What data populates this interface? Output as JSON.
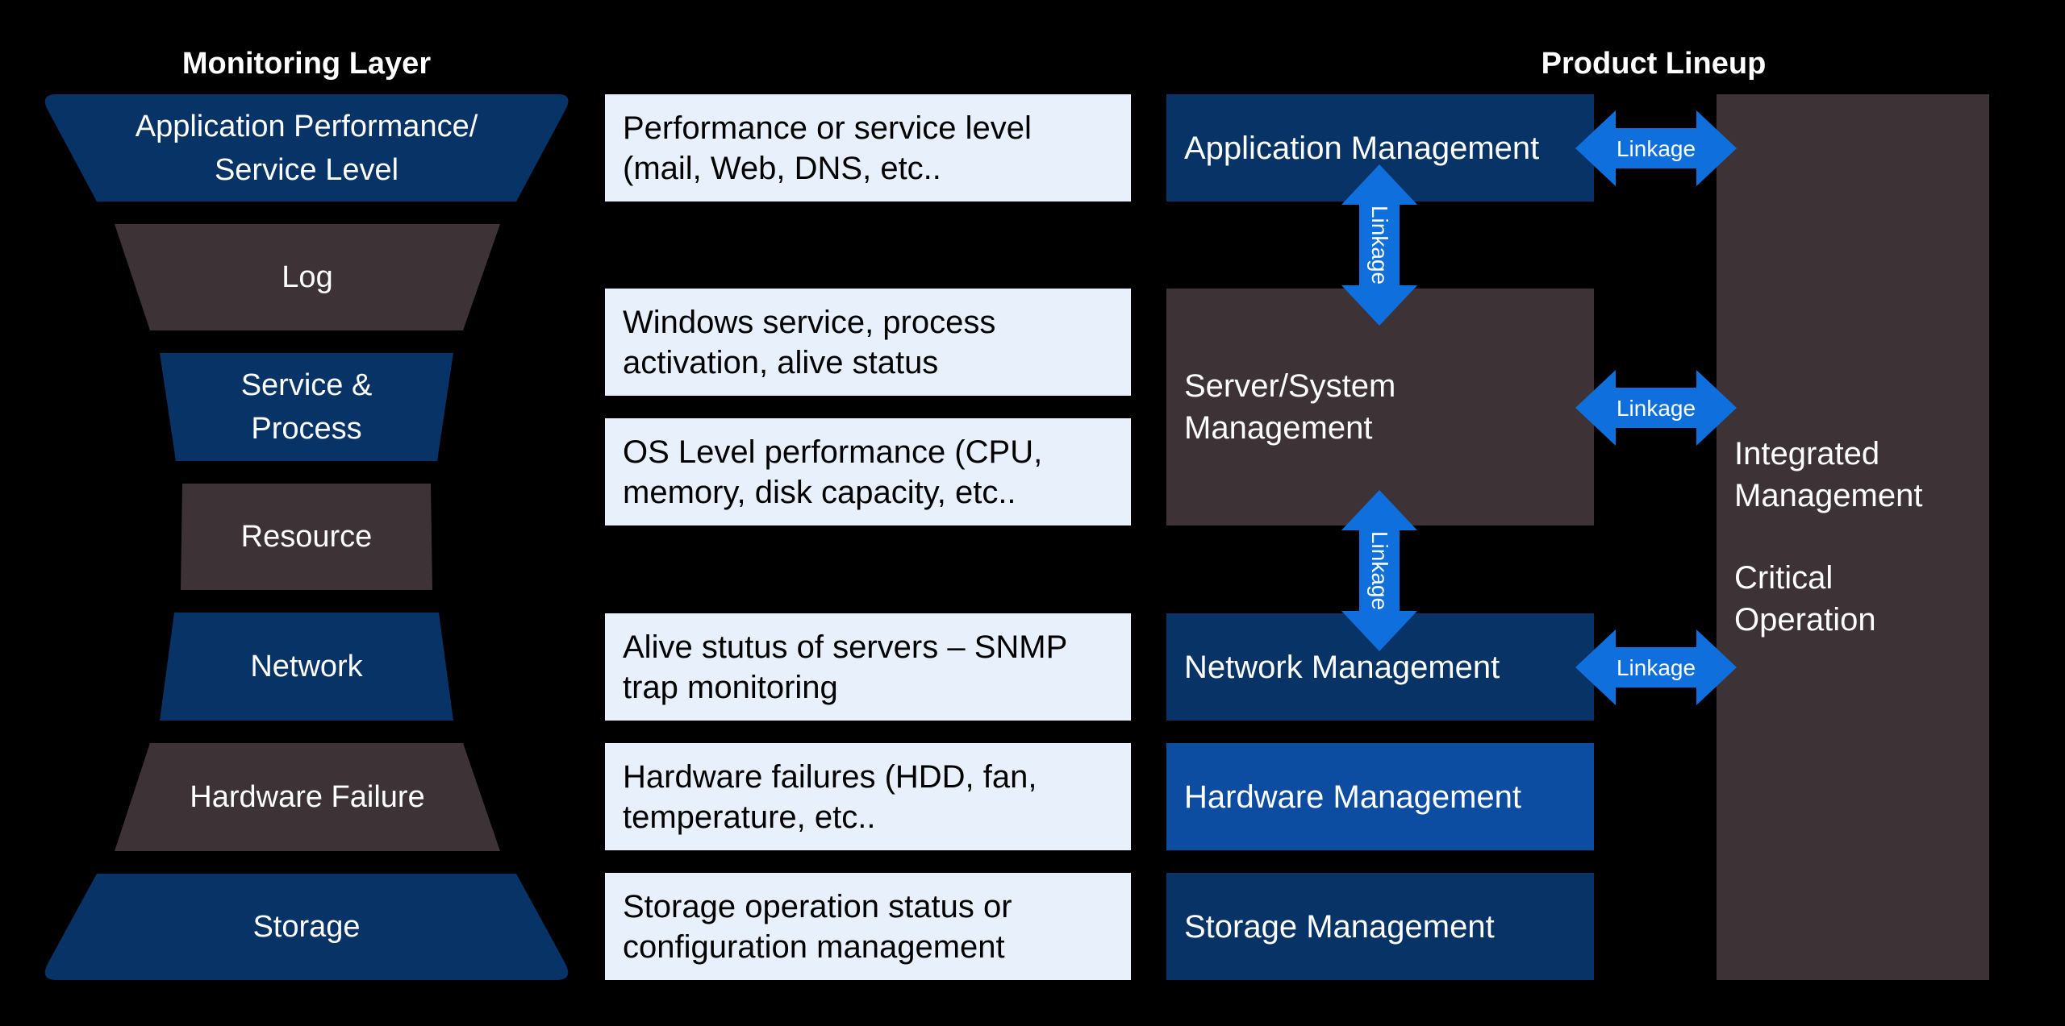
{
  "headings": {
    "monitoring_layer": "Monitoring Layer",
    "product_lineup": "Product Lineup"
  },
  "layers": [
    {
      "line1": "Application Performance/",
      "line2": "Service Level"
    },
    {
      "line1": "Log",
      "line2": ""
    },
    {
      "line1": "Service &",
      "line2": "Process"
    },
    {
      "line1": "Resource",
      "line2": ""
    },
    {
      "line1": "Network",
      "line2": ""
    },
    {
      "line1": "Hardware Failure",
      "line2": ""
    },
    {
      "line1": "Storage",
      "line2": ""
    }
  ],
  "descriptions": [
    {
      "line1": "Performance or service level",
      "line2": "(mail, Web, DNS, etc.."
    },
    {
      "line1": "Windows service, process",
      "line2": "activation, alive status"
    },
    {
      "line1": "OS Level performance (CPU,",
      "line2": "memory, disk capacity, etc.."
    },
    {
      "line1": "Alive stutus of servers – SNMP",
      "line2": "trap monitoring"
    },
    {
      "line1": "Hardware failures (HDD, fan,",
      "line2": "temperature, etc.."
    },
    {
      "line1": "Storage operation status or",
      "line2": "configuration management"
    }
  ],
  "products": {
    "application": "Application Management",
    "server_line1": "Server/System",
    "server_line2": "Management",
    "network": "Network Management",
    "hardware": "Hardware Management",
    "storage": "Storage Management"
  },
  "integrated": {
    "line1": "Integrated",
    "line2": "Management",
    "line3": "Critical",
    "line4": "Operation"
  },
  "linkage_label": "Linkage",
  "colors": {
    "background": "#000000",
    "navy": "#083366",
    "brown": "#3d3337",
    "description_bg": "#e8f0fb",
    "hardware_blue": "#0c4da2",
    "arrow_blue": "#0f6fdc"
  }
}
